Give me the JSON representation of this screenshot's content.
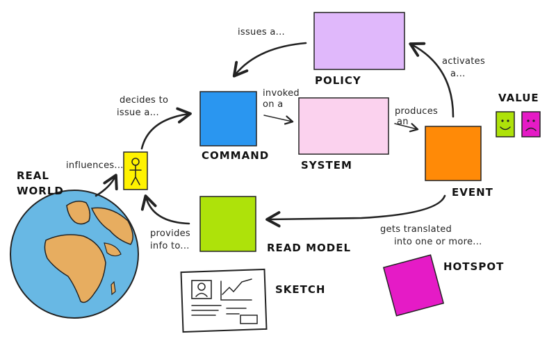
{
  "nodes": {
    "policy": {
      "label": "POLICY",
      "color": "#e0b8fb"
    },
    "command": {
      "label": "COMMAND",
      "color": "#2a96f0"
    },
    "system": {
      "label": "SYSTEM",
      "color": "#fbd2ee"
    },
    "event": {
      "label": "EVENT",
      "color": "#ff8a07"
    },
    "read_model": {
      "label": "READ MODEL",
      "color": "#aee20a"
    },
    "hotspot": {
      "label": "HOTSPOT",
      "color": "#e51bc6"
    },
    "actor": {
      "color": "#fff200"
    },
    "value": {
      "label": "VALUE",
      "good_color": "#aee20a",
      "bad_color": "#e51bc6"
    },
    "real_world": {
      "label_line1": "REAL",
      "label_line2": "WORLD",
      "ocean_color": "#68b8e4",
      "land_color": "#e7ad60"
    },
    "sketch": {
      "label": "SKETCH"
    }
  },
  "edges": {
    "policy_to_command": "issues a...",
    "event_to_policy_line1": "activates",
    "event_to_policy_line2": "a...",
    "actor_to_command_line1": "decides to",
    "actor_to_command_line2": "issue a...",
    "command_to_system_line1": "invoked",
    "command_to_system_line2": "on a",
    "system_to_event_line1": "produces",
    "system_to_event_line2": "an",
    "world_to_actor": "influences...",
    "readmodel_to_actor_line1": "provides",
    "readmodel_to_actor_line2": "info to...",
    "event_to_readmodel_line1": "gets translated",
    "event_to_readmodel_line2": "into one or more..."
  }
}
